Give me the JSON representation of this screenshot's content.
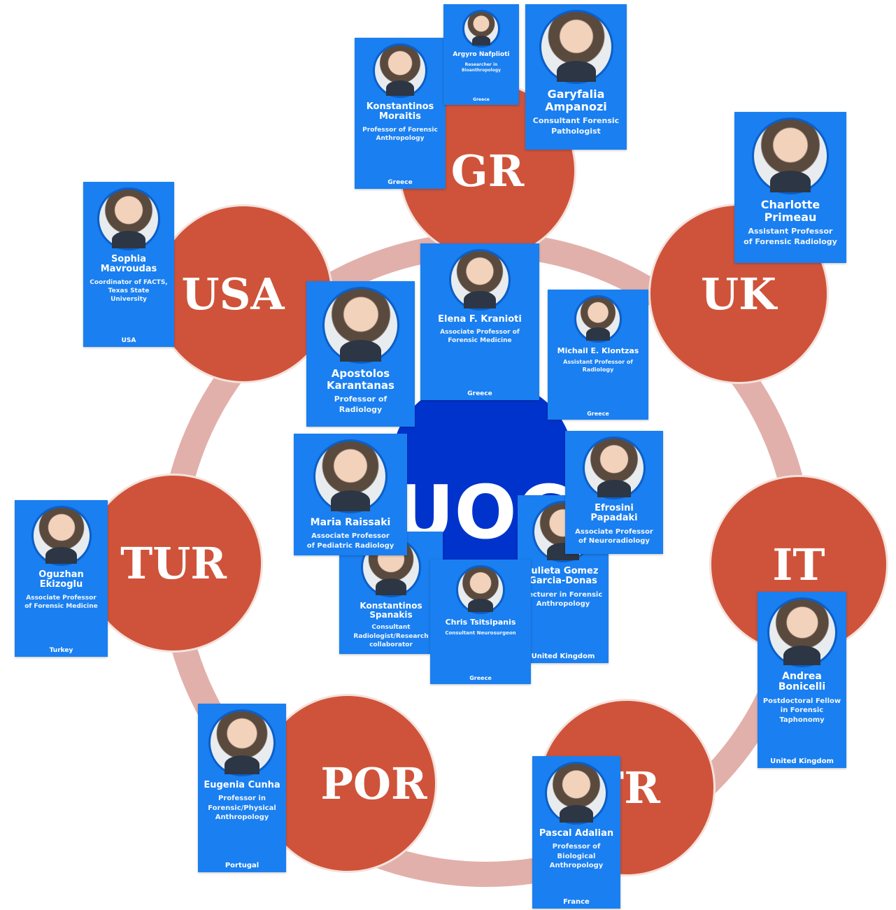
{
  "hub": {
    "label": "UOC"
  },
  "nodes": [
    {
      "id": "gr",
      "label": "GR"
    },
    {
      "id": "uk",
      "label": "UK"
    },
    {
      "id": "it",
      "label": "IT"
    },
    {
      "id": "fr",
      "label": "FR"
    },
    {
      "id": "por",
      "label": "POR"
    },
    {
      "id": "tur",
      "label": "TUR"
    },
    {
      "id": "usa",
      "label": "USA"
    }
  ],
  "people": [
    {
      "id": "moraitis",
      "name": "Konstantinos\nMoraitis",
      "role": "Professor of Forensic\nAnthropology",
      "country": "Greece"
    },
    {
      "id": "nafplioti",
      "name": "Argyro Nafplioti",
      "role": "Researcher in\nBioanthropology",
      "country": "Greece"
    },
    {
      "id": "ampanozi",
      "name": "Garyfalia\nAmpanozi",
      "role": "Consultant Forensic\nPathologist",
      "country": ""
    },
    {
      "id": "primeau",
      "name": "Charlotte\nPrimeau",
      "role": "Assistant Professor\nof Forensic Radiology",
      "country": ""
    },
    {
      "id": "mavroudas",
      "name": "Sophia\nMavroudas",
      "role": "Coordinator of FACTS,\nTexas State\nUniversity",
      "country": "USA"
    },
    {
      "id": "kranioti",
      "name": "Elena F. Kranioti",
      "role": "Associate Professor of\nForensic Medicine",
      "country": "Greece"
    },
    {
      "id": "klontzas",
      "name": "Michail E. Klontzas",
      "role": "Assistant Professor of\nRadiology",
      "country": "Greece"
    },
    {
      "id": "karantanas",
      "name": "Apostolos\nKarantanas",
      "role": "Professor of\nRadiology",
      "country": ""
    },
    {
      "id": "raissaki",
      "name": "Maria Raissaki",
      "role": "Associate Professor\nof Pediatric Radiology",
      "country": ""
    },
    {
      "id": "papadaki",
      "name": "Efrosini\nPapadaki",
      "role": "Associate Professor\nof Neuroradiology",
      "country": ""
    },
    {
      "id": "spanakis",
      "name": "Konstantinos\nSpanakis",
      "role": "Consultant\nRadiologist/Research\ncollaborator",
      "country": ""
    },
    {
      "id": "garcia",
      "name": "Julieta Gomez\nGarcia-Donas",
      "role": "Lecturer in Forensic\nAnthropology",
      "country": "United Kingdom"
    },
    {
      "id": "tsitsipanis",
      "name": "Chris Tsitsipanis",
      "role": "Consultant Neurosurgeon",
      "country": "Greece"
    },
    {
      "id": "ekizoglu",
      "name": "Oguzhan\nEkizoglu",
      "role": "Associate Professor\nof Forensic Medicine",
      "country": "Turkey"
    },
    {
      "id": "bonicelli",
      "name": "Andrea\nBonicelli",
      "role": "Postdoctoral Fellow\nin Forensic\nTaphonomy",
      "country": "United Kingdom"
    },
    {
      "id": "cunha",
      "name": "Eugenia Cunha",
      "role": "Professor in\nForensic/Physical\nAnthropology",
      "country": "Portugal"
    },
    {
      "id": "adalian",
      "name": "Pascal Adalian",
      "role": "Professor of\nBiological\nAnthropology",
      "country": "France"
    }
  ],
  "colors": {
    "node": "#cf533a",
    "ring": "#e2b0ab",
    "hub": "#0033cc",
    "card": "#1a7ff0"
  }
}
